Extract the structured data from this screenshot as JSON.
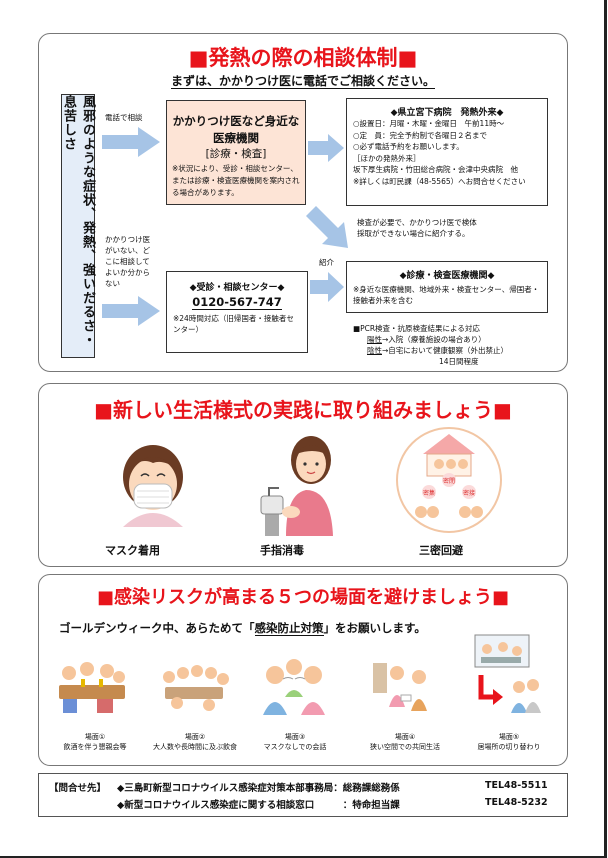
{
  "consult": {
    "title": "■発熱の際の相談体制■",
    "subtitle": "まずは、かかりつけ医に電話でご相談ください。",
    "symptoms": "風邪のような症状、発熱、強いだるさ・息苦しさ",
    "label_phone": "電話で相談",
    "label_no_doctor": [
      "かかりつけ医",
      "がいない、ど",
      "こに相談して",
      "よいか分から",
      "ない"
    ],
    "label_intro": "紹介",
    "label_exam_needed": [
      "検査が必要で、かかりつけ医で検体",
      "採取ができない場合に紹介する。"
    ],
    "clinic": {
      "title_lines": [
        "かかりつけ医など身近な",
        "医療機関"
      ],
      "bracket": "[診療・検査]",
      "note": "※状況により、受診・相談センター、または診療・検査医療機関を案内される場合があります。"
    },
    "hospital": {
      "title": "◆県立宮下病院　発熱外来◆",
      "lines": [
        "○設置日：月曜・木曜・金曜日　午前11時～",
        "○定　員：完全予約制で各曜日２名まで",
        "○必ず電話予約をお願いします。",
        "［ほかの発熱外来］",
        "坂下厚生病院・竹田総合病院・会津中央病院　他",
        "※詳しくは町民課（48-5565）へお問合せください"
      ]
    },
    "center": {
      "title": "◆受診・相談センター◆",
      "tel": "0120-567-747",
      "note": "※24時間対応（旧帰国者・接触者センター）"
    },
    "institution": {
      "title": "◆診療・検査医療機関◆",
      "note": "※身近な医療機関、地域外来・検査センター、帰国者・接触者外来を含む"
    },
    "pcr": {
      "line1": "■PCR検査・抗原検査結果による対応",
      "line2_a": "陽性",
      "line2_b": "→入院（療養施設の場合あり）",
      "line3_a": "陰性",
      "line3_b": "→自宅において健康観察（外出禁止）",
      "line4": "14日間程度"
    }
  },
  "lifestyle": {
    "title": "■新しい生活様式の実践に取り組みましょう■",
    "items": [
      "マスク着用",
      "手指消毒",
      "三密回避"
    ],
    "sanmitsu_words": [
      "密閉",
      "密集",
      "密接"
    ]
  },
  "risk": {
    "title": "■感染リスクが高まる５つの場面を避けましょう■",
    "lead_a": "ゴールデンウィーク中、あらためて「",
    "lead_b": "感染防止対策",
    "lead_c": "」をお願いします。",
    "scenes": [
      {
        "label": "場面①",
        "desc": "飲酒を伴う懇親会等"
      },
      {
        "label": "場面②",
        "desc": "大人数や長時間に及ぶ飲食"
      },
      {
        "label": "場面③",
        "desc": "マスクなしでの会話"
      },
      {
        "label": "場面④",
        "desc": "狭い空間での共同生活"
      },
      {
        "label": "場面⑤",
        "desc": "居場所の切り替わり"
      }
    ]
  },
  "contact": {
    "head": "【問合せ先】",
    "row1_org": "◆三島町新型コロナウイルス感染症対策本部事務局：総務課総務係",
    "row1_tel": "TEL48-5511",
    "row2_org": "◆新型コロナウイルス感染症に関する相談窓口　　　：特命担当課",
    "row2_tel": "TEL48-5232"
  },
  "colors": {
    "red": "#e8141b",
    "arrow_blue": "#a6c4e6",
    "clinic_bg": "#fde4d6",
    "symptom_bg": "#e4edf8"
  }
}
